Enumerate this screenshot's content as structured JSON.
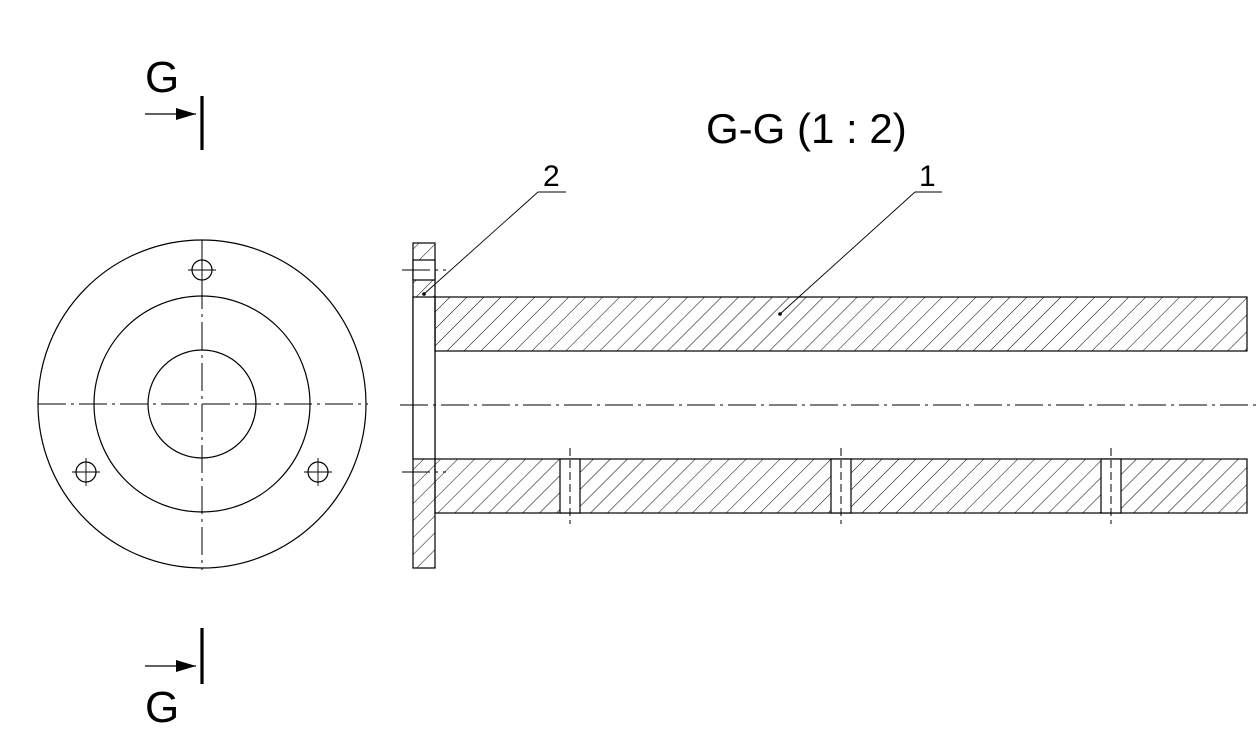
{
  "section": {
    "title": "G-G (1 : 2)",
    "cut_letter_top": "G",
    "cut_letter_bottom": "G"
  },
  "callouts": [
    {
      "label": "2"
    },
    {
      "label": "1"
    }
  ]
}
